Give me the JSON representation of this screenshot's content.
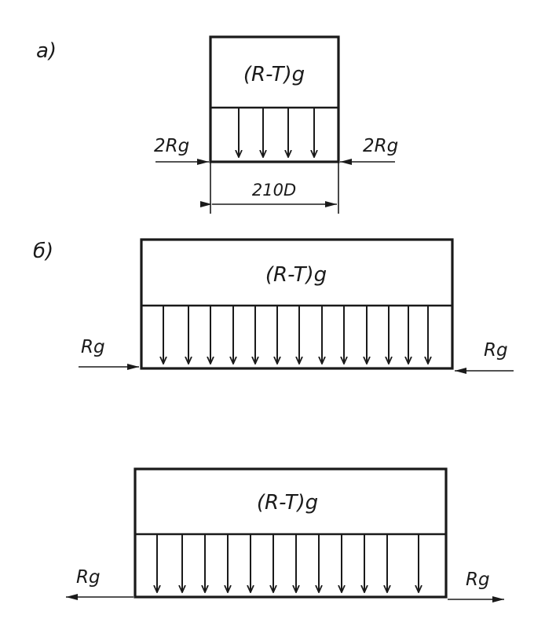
{
  "panel_a": {
    "label": "а)",
    "box_text": "(R-T)g",
    "left_force": "2Rg",
    "right_force": "2Rg",
    "dimension": "210D"
  },
  "panel_b": {
    "label": "б)",
    "box_text": "(R-T)g",
    "left_force": "Rg",
    "right_force": "Rg"
  },
  "panel_c": {
    "box_text": "(R-T)g",
    "left_force": "Rg",
    "right_force": "Rg"
  }
}
